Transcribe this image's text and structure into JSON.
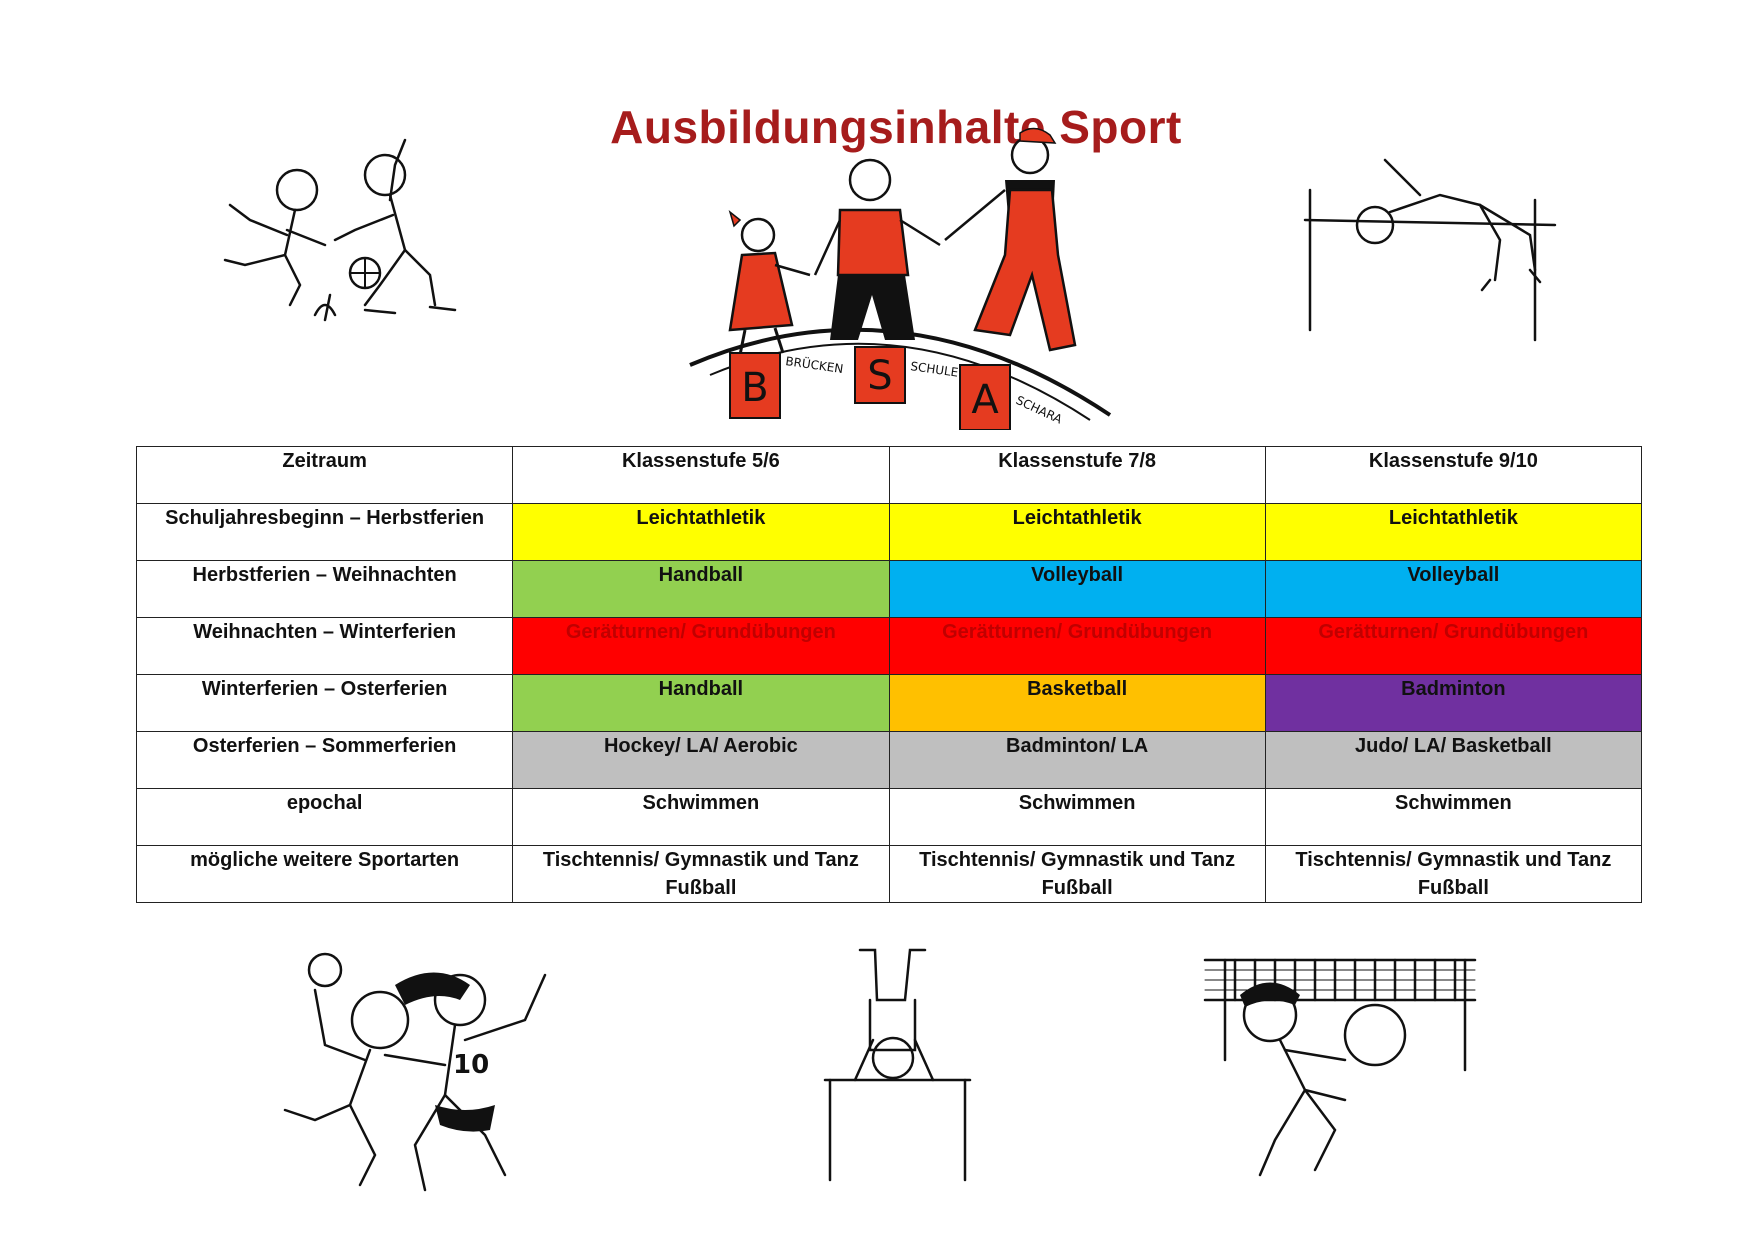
{
  "header": {
    "title": "Ausbildungsinhalte Sport"
  },
  "logo": {
    "letters": [
      "B",
      "S",
      "A"
    ],
    "words": [
      "BRÜCKEN",
      "SCHULE",
      "SCHARA"
    ]
  },
  "illustrations": {
    "jersey_number": "10"
  },
  "colors": {
    "title": "#a61c1c",
    "Leichtathletik": "#ffff00",
    "Handball": "#92d050",
    "Volleyball": "#00b0f0",
    "Geräteturnen": "#ff0000",
    "Basketball": "#ffc000",
    "Badminton": "#7030a0",
    "Osterferien_Sommerferien": "#bfbfbf",
    "Geraete_text": "#c00000"
  },
  "table": {
    "headers": [
      "Zeitraum",
      "Klassenstufe 5/6",
      "Klassenstufe 7/8",
      "Klassenstufe 9/10"
    ],
    "rows": [
      {
        "period": "Schuljahresbeginn – Herbstferien",
        "cells": [
          "Leichtathletik",
          "Leichtathletik",
          "Leichtathletik"
        ]
      },
      {
        "period": "Herbstferien – Weihnachten",
        "cells": [
          "Handball",
          "Volleyball",
          "Volleyball"
        ]
      },
      {
        "period": "Weihnachten – Winterferien",
        "cells": [
          "Gerätturnen/ Grundübungen",
          "Gerätturnen/ Grundübungen",
          "Gerätturnen/ Grundübungen"
        ]
      },
      {
        "period": "Winterferien – Osterferien",
        "cells": [
          "Handball",
          "Basketball",
          "Badminton"
        ]
      },
      {
        "period": "Osterferien – Sommerferien",
        "cells": [
          "Hockey/ LA/ Aerobic",
          "Badminton/ LA",
          "Judo/ LA/ Basketball"
        ]
      },
      {
        "period": "epochal",
        "cells": [
          "Schwimmen",
          "Schwimmen",
          "Schwimmen"
        ]
      },
      {
        "period": "mögliche weitere Sportarten",
        "cells": [
          [
            "Tischtennis/ Gymnastik und Tanz",
            "Fußball"
          ],
          [
            "Tischtennis/ Gymnastik und Tanz",
            "Fußball"
          ],
          [
            "Tischtennis/ Gymnastik und Tanz",
            "Fußball"
          ]
        ]
      }
    ]
  }
}
